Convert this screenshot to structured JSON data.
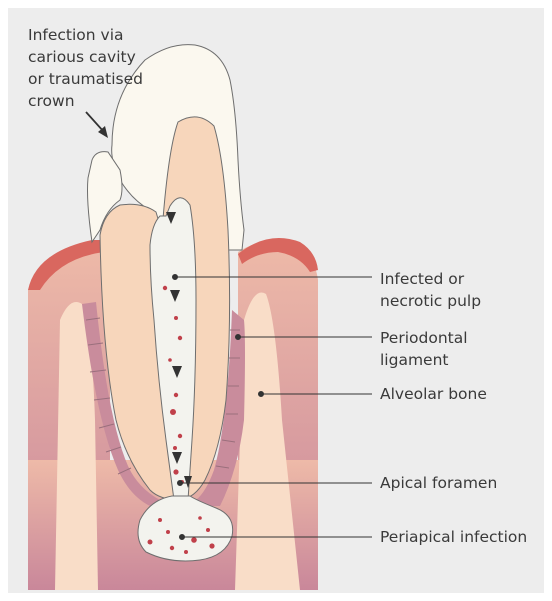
{
  "labels": {
    "entry": {
      "lines": [
        "Infection via",
        "carious cavity",
        "or traumatised",
        "crown"
      ]
    },
    "pulp": {
      "lines": [
        "Infected or",
        "necrotic pulp"
      ]
    },
    "periodontal_ligament": {
      "lines": [
        "Periodontal",
        "ligament"
      ]
    },
    "alveolar_bone": {
      "lines": [
        "Alveolar bone"
      ]
    },
    "apical_foramen": {
      "lines": [
        "Apical foramen"
      ]
    },
    "periapical_infection": {
      "lines": [
        "Periapical infection"
      ]
    }
  },
  "colors": {
    "background": "#ededed",
    "enamel": "#fbf9f2",
    "dentine": "#f7d7bd",
    "pulp": "#f2f2ed",
    "gum": "#d96a62",
    "bone_top": "#eeb9a8",
    "bone_bottom": "#c98595",
    "ligament": "#c98c9c",
    "bacteria": "#c0404a",
    "leader_line": "#333333"
  }
}
